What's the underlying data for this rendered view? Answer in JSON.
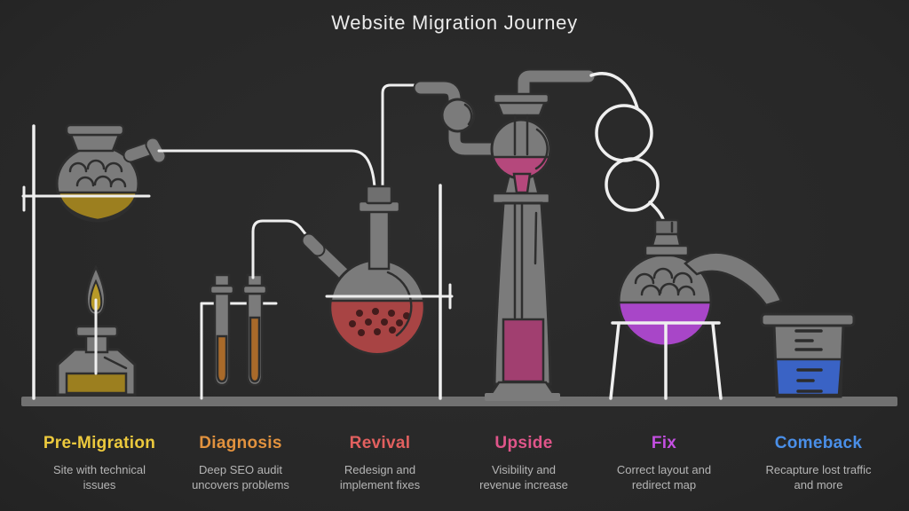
{
  "title": "Website Migration Journey",
  "stages": [
    {
      "label": "Pre-Migration",
      "color": "#ecc93d",
      "description": "Site with technical\nissues"
    },
    {
      "label": "Diagnosis",
      "color": "#e2923e",
      "description": "Deep SEO audit\nuncovers problems"
    },
    {
      "label": "Revival",
      "color": "#e2605f",
      "description": "Redesign and\nimplement fixes"
    },
    {
      "label": "Upside",
      "color": "#e0558a",
      "description": "Visibility and\nrevenue increase"
    },
    {
      "label": "Fix",
      "color": "#c44fe2",
      "description": "Correct layout and\nredirect map"
    },
    {
      "label": "Comeback",
      "color": "#4a8fe8",
      "description": "Recapture lost traffic\nand more"
    }
  ],
  "illustration": {
    "glass_color": "#7b7b7b",
    "outline_color": "#2e2e2e",
    "stand_color": "#efefef",
    "bench_color": "#717171",
    "apparatus": [
      {
        "name": "boiling-flask-on-stand",
        "liquid": "#9c7f1f"
      },
      {
        "name": "alcohol-burner",
        "liquid": "#9c7f1f",
        "flame": "#b89a28"
      },
      {
        "name": "test-tubes-in-rack",
        "liquid": "#a96a2a"
      },
      {
        "name": "round-bottom-flask",
        "liquid": "#a84444"
      },
      {
        "name": "distillation-column",
        "liquid_top": "#b5487c",
        "liquid_bottom": "#a13f70"
      },
      {
        "name": "retort-on-tripod",
        "liquid": "#a846c8"
      },
      {
        "name": "beaker",
        "liquid": "#3a63c5"
      }
    ]
  }
}
